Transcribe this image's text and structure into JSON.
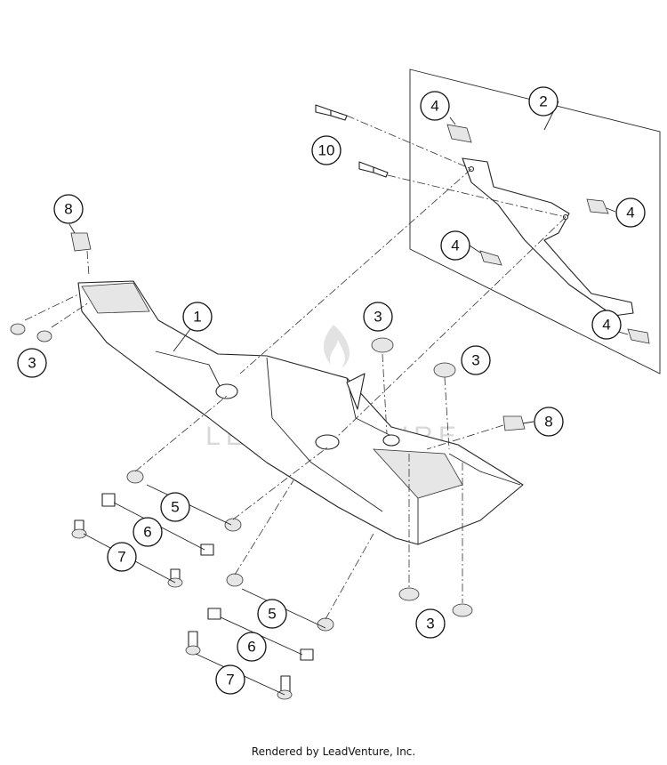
{
  "callouts": [
    "1",
    "2",
    "3",
    "3",
    "3",
    "3",
    "4",
    "4",
    "4",
    "4",
    "5",
    "5",
    "6",
    "6",
    "7",
    "7",
    "8",
    "8",
    "10"
  ],
  "watermark": "LEADVENTURE",
  "footer": "Rendered by LeadVenture, Inc."
}
